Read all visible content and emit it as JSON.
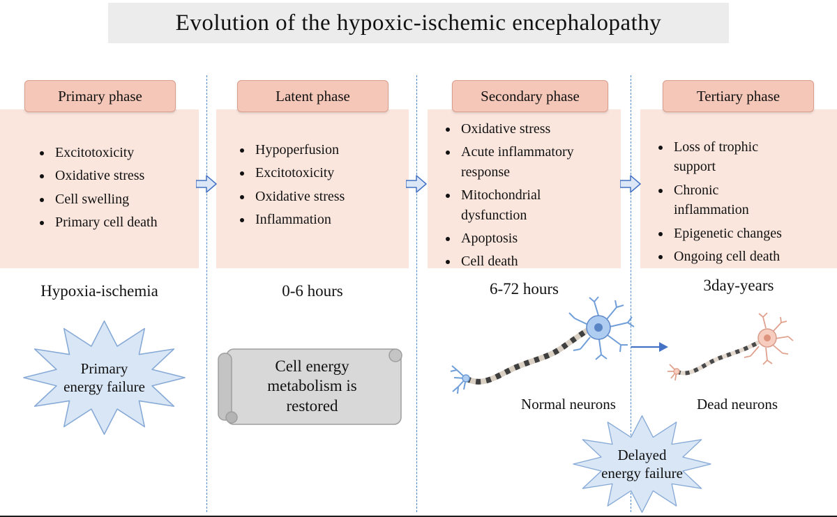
{
  "title": "Evolution of the hypoxic-ischemic encephalopathy",
  "phases": [
    {
      "label": "Primary phase",
      "time": "Hypoxia-ischemia",
      "bullets": [
        "Excitotoxicity",
        "Oxidative stress",
        "Cell swelling",
        "Primary cell death"
      ]
    },
    {
      "label": "Latent phase",
      "time": "0-6 hours",
      "bullets": [
        "Hypoperfusion",
        "Excitotoxicity",
        "Oxidative stress",
        "Inflammation"
      ]
    },
    {
      "label": "Secondary phase",
      "time": "6-72 hours",
      "bullets": [
        "Oxidative stress",
        "Acute inflammatory response",
        "Mitochondrial dysfunction",
        "Apoptosis",
        "Cell death"
      ]
    },
    {
      "label": "Tertiary phase",
      "time": "3day-years",
      "bullets": [
        "Loss of trophic support",
        "Chronic inflammation",
        "Epigenetic changes",
        "Ongoing cell death"
      ]
    }
  ],
  "callouts": {
    "primary_failure": "Primary\nenergy failure",
    "metabolism_restored": "Cell energy\nmetabolism is\nrestored",
    "delayed_failure": "Delayed\nenergy failure"
  },
  "neurons": {
    "normal_label": "Normal neurons",
    "dead_label": "Dead neurons"
  },
  "icons": {
    "flow_arrow": "block-arrow-right-icon",
    "starburst": "explosion-star-icon",
    "scroll": "horizontal-scroll-icon",
    "neuron_normal": "healthy-neuron-icon",
    "neuron_dead": "dead-neuron-icon",
    "transition_arrow": "right-arrow-icon"
  },
  "colors": {
    "header_fill": "#f4c7b8",
    "header_border": "#d99f8c",
    "box_fill": "#fbe6de",
    "divider": "#4f86c6",
    "arrow_fill": "#dbe7f6",
    "arrow_border": "#4472c4",
    "star_fill": "#d9e6f6",
    "star_border": "#86a9d6",
    "scroll_fill": "#d8d8d8",
    "title_bar": "#ececec",
    "neuron_blue": "#aecdf0",
    "neuron_pink": "#f7cdbf"
  }
}
